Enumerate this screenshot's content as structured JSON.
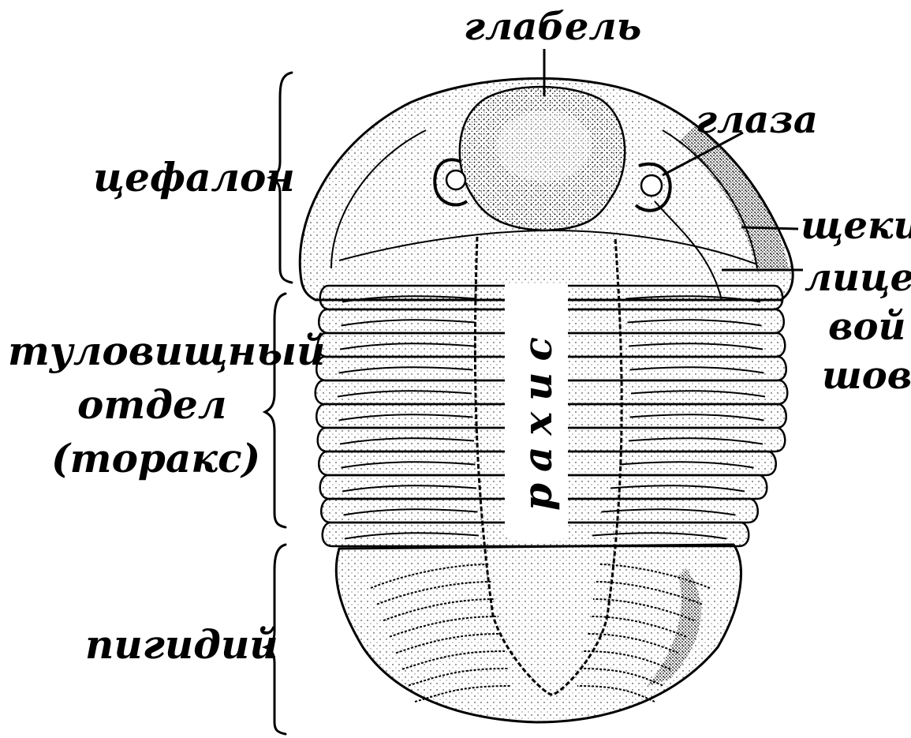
{
  "labels": {
    "glabella": "глабель",
    "eyes": "глаза",
    "cephalon": "цефалон",
    "cheeks": "щеки",
    "suture_line1": "лице-",
    "suture_line2": "вой",
    "suture_line3": "шов",
    "thorax_line1": "туловищный",
    "thorax_line2": "отдел",
    "thorax_line3": "(торакс)",
    "pygidium": "пигидий",
    "rachis": "рахис"
  },
  "colors": {
    "ink": "#000000",
    "paper": "#ffffff"
  }
}
